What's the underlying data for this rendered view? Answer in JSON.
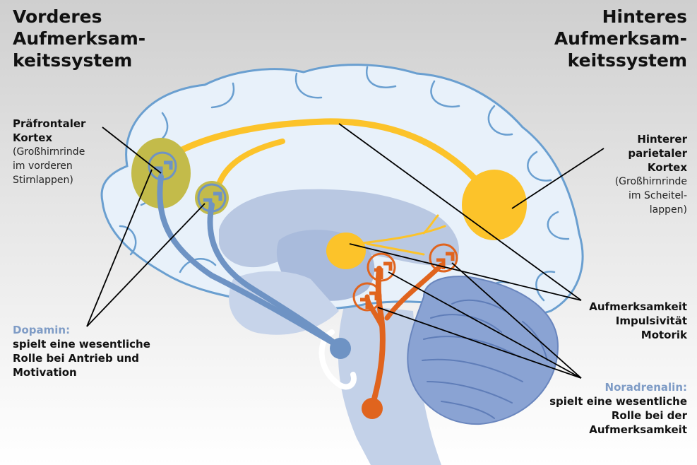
{
  "colors": {
    "brain_fill": "#e8f1fa",
    "brain_outline": "#6a9fd0",
    "inner_fill": "#b9c8e2",
    "cerebellum": "#8aa3d3",
    "yellow": "#fcc32a",
    "olive": "#c3bb4a",
    "dopamine": "#6e93c4",
    "noradrenalin": "#e0641e",
    "label_blue": "#7f9cc6"
  },
  "titles": {
    "anterior": [
      "Vorderes",
      "Aufmerksam-",
      "keitssystem"
    ],
    "posterior": [
      "Hinteres",
      "Aufmerksam-",
      "keitssystem"
    ]
  },
  "labels": {
    "prefrontal": {
      "name": [
        "Präfrontaler",
        "Kortex"
      ],
      "desc": [
        "(Großhirnrinde",
        "im vorderen",
        "Stirnlappen)"
      ]
    },
    "parietal": {
      "name": [
        "Hinterer",
        "parietaler",
        "Kortex"
      ],
      "desc": [
        "(Großhirnrinde",
        "im Scheitel-",
        "lappen)"
      ]
    },
    "functions": [
      "Aufmerksamkeit",
      "Impulsivität",
      "Motorik"
    ],
    "dopamine": {
      "name": "Dopamin:",
      "desc": [
        "spielt eine wesentliche",
        "Rolle bei Antrieb und",
        "Motivation"
      ]
    },
    "noradrenalin": {
      "name": "Noradrenalin:",
      "desc": [
        "spielt eine wesentliche",
        "Rolle bei der",
        "Aufmerksamkeit"
      ]
    }
  }
}
